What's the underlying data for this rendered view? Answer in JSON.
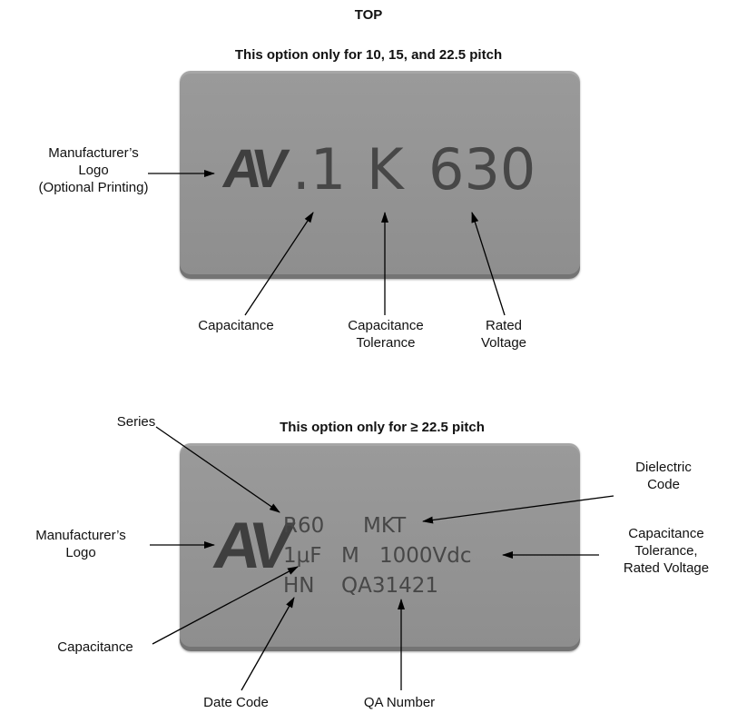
{
  "top_label": "TOP",
  "option1": {
    "heading": "This option only for 10, 15, and 22.5 pitch",
    "marking": {
      "logo": "AV",
      "capacitance": ".1",
      "tolerance": "K",
      "voltage": "630"
    },
    "callouts": {
      "logo": [
        "Manufacturer’s",
        "Logo",
        "(Optional Printing)"
      ],
      "capacitance": [
        "Capacitance"
      ],
      "tolerance": [
        "Capacitance",
        "Tolerance"
      ],
      "voltage": [
        "Rated",
        "Voltage"
      ]
    }
  },
  "option2": {
    "heading": "This option only for ≥ 22.5 pitch",
    "marking": {
      "logo": "AV",
      "line1_series": "R60",
      "line1_dielectric": "MKT",
      "line2_capacitance": "1µF",
      "line2_tolerance": "M",
      "line2_voltage": "1000Vdc",
      "line3_date": "HN",
      "line3_qa": "QA31421"
    },
    "callouts": {
      "series": [
        "Series"
      ],
      "dielectric": [
        "Dielectric",
        "Code"
      ],
      "logo": [
        "Manufacturer’s",
        "Logo"
      ],
      "tol_voltage": [
        "Capacitance",
        "Tolerance,",
        "Rated Voltage"
      ],
      "capacitance": [
        "Capacitance"
      ],
      "date_code": [
        "Date Code"
      ],
      "qa_number": [
        "QA Number"
      ]
    }
  }
}
